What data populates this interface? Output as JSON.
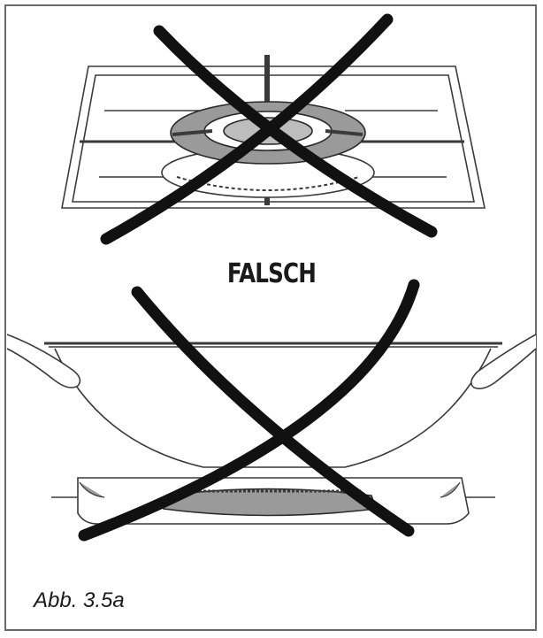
{
  "label": "FALSCH",
  "caption": "Abb. 3.5a",
  "icons": [
    "gas-burner-grate-illustration",
    "wok-on-burner-illustration",
    "cross-mark-icon"
  ],
  "colors": {
    "line": "#1a1a1a",
    "frame": "#6a6a6a",
    "burner": "#9a9a9a",
    "background": "#ffffff"
  }
}
